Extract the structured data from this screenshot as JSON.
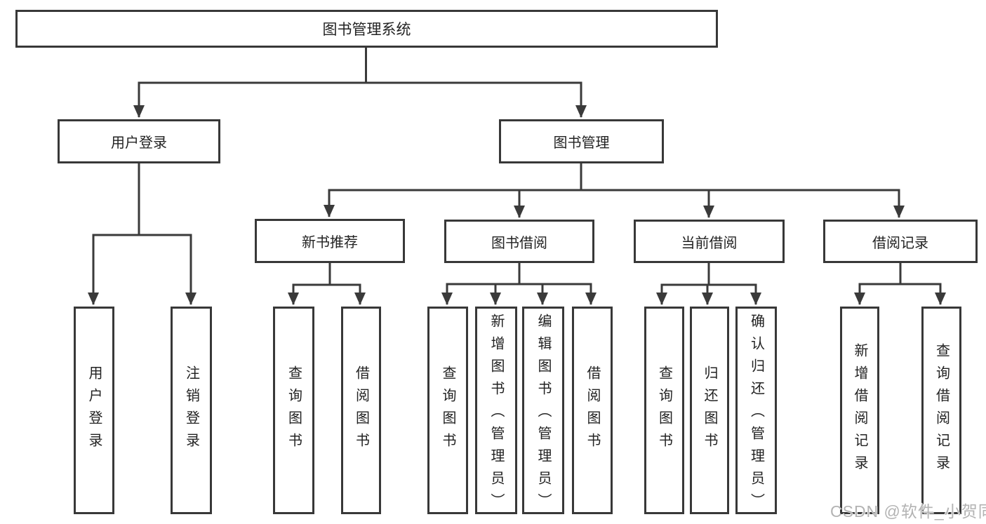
{
  "diagram": {
    "root": {
      "label": "图书管理系统"
    },
    "level2": [
      {
        "label": "用户登录"
      },
      {
        "label": "图书管理"
      }
    ],
    "level3": [
      {
        "label": "新书推荐"
      },
      {
        "label": "图书借阅"
      },
      {
        "label": "当前借阅"
      },
      {
        "label": "借阅记录"
      }
    ],
    "leaves": {
      "user_login": [
        {
          "label": "用户登录"
        },
        {
          "label": "注销登录"
        }
      ],
      "new_book": [
        {
          "label": "查询图书"
        },
        {
          "label": "借阅图书"
        }
      ],
      "book_borrow": [
        {
          "label": "查询图书"
        },
        {
          "label": "新增图书（管理员）"
        },
        {
          "label": "编辑图书（管理员）"
        },
        {
          "label": "借阅图书"
        }
      ],
      "current_borrow": [
        {
          "label": "查询图书"
        },
        {
          "label": "归还图书"
        },
        {
          "label": "确认归还（管理员）"
        }
      ],
      "borrow_record": [
        {
          "label": "新增借阅记录"
        },
        {
          "label": "查询借阅记录"
        }
      ]
    },
    "watermark": "CSDN @软件_小贺同学",
    "colors": {
      "line": "#3a3a3a",
      "box_border": "#383838",
      "text": "#222222",
      "watermark": "#b3b3b3",
      "background": "#ffffff"
    }
  }
}
